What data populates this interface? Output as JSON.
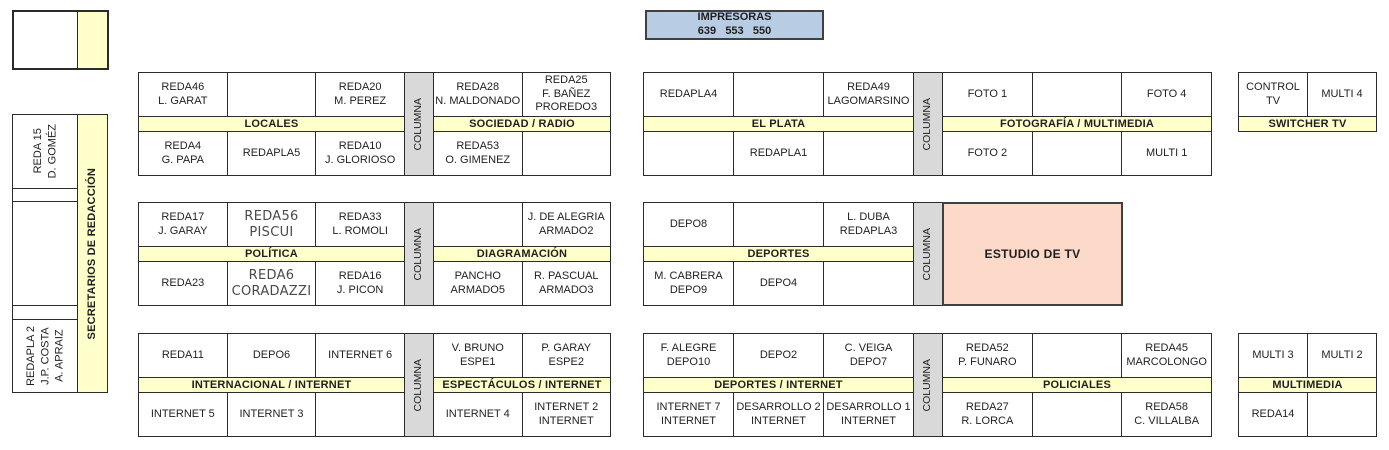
{
  "printer": {
    "title": "IMPRESORAS",
    "numbers": "639   553   550"
  },
  "pillar_label": "COLUMNA",
  "studio_label": "ESTUDIO DE TV",
  "sidebar": {
    "reda15": "REDA 15\nD. GOMÉZ",
    "secretarios": "SECRETARIOS DE REDACCIÓN",
    "redapla2": "REDAPLA 2\nJ.P. COSTA\nA. APRAIZ"
  },
  "colors": {
    "header_yellow": "#ffffcc",
    "pillar_gray": "#d9d9d9",
    "printer_blue": "#b8cce4",
    "studio_pink": "#fcd9c9"
  },
  "tables": {
    "locales": {
      "header": "LOCALES",
      "top": [
        "REDA46\nL. GARAT",
        "",
        "REDA20\nM. PEREZ"
      ],
      "bottom": [
        "REDA4\nG. PAPA",
        "REDAPLA5",
        "REDA10\nJ. GLORIOSO"
      ]
    },
    "sociedad": {
      "header": "SOCIEDAD / RADIO",
      "top": [
        "REDA28\nN. MALDONADO",
        "REDA25\nF. BAÑEZ\nPROREDO3"
      ],
      "bottom": [
        "REDA53\nO. GIMENEZ",
        ""
      ]
    },
    "elplata": {
      "header": "EL PLATA",
      "top": [
        "REDAPLA4",
        "",
        "REDA49\nLAGOMARSINO"
      ],
      "bottom": [
        "",
        "REDAPLA1",
        ""
      ]
    },
    "fotografia": {
      "header": "FOTOGRAFÍA / MULTIMEDIA",
      "top": [
        "FOTO 1",
        "",
        "FOTO 4"
      ],
      "bottom": [
        "FOTO 2",
        "",
        "MULTI 1"
      ]
    },
    "switcher": {
      "header": "SWITCHER TV",
      "top": [
        "CONTROL TV",
        "MULTI 4"
      ]
    },
    "politica": {
      "header": "POLÍTICA",
      "top": [
        "REDA17\nJ. GARAY",
        "REDA56\nPISCUI",
        "REDA33\nL. ROMOLI"
      ],
      "bottom": [
        "REDA23",
        "REDA6\nCORADAZZI",
        "REDA16\nJ. PICON"
      ]
    },
    "diagramacion": {
      "header": "DIAGRAMACIÓN",
      "top": [
        "",
        "J. DE ALEGRIA\nARMADO2"
      ],
      "bottom": [
        "PANCHO\nARMADO5",
        "R. PASCUAL\nARMADO3"
      ]
    },
    "deportes": {
      "header": "DEPORTES",
      "top": [
        "DEPO8",
        "",
        "L. DUBA\nREDAPLA3"
      ],
      "bottom": [
        "M. CABRERA\nDEPO9",
        "DEPO4",
        ""
      ]
    },
    "internacional": {
      "header": "INTERNACIONAL / INTERNET",
      "top": [
        "REDA11",
        "DEPO6",
        "INTERNET 6"
      ],
      "bottom": [
        "INTERNET 5",
        "INTERNET 3",
        ""
      ]
    },
    "espectaculos": {
      "header": "ESPECTÁCULOS / INTERNET",
      "top": [
        "V. BRUNO\nESPE1",
        "P. GARAY\nESPE2"
      ],
      "bottom": [
        "INTERNET 4",
        "INTERNET 2\nINTERNET"
      ]
    },
    "deportes_internet": {
      "header": "DEPORTES / INTERNET",
      "top": [
        "F. ALEGRE\nDEPO10",
        "DEPO2",
        "C. VEIGA\nDEPO7"
      ],
      "bottom": [
        "INTERNET 7\nINTERNET",
        "DESARROLLO 2\nINTERNET",
        "DESARROLLO 1\nINTERNET"
      ]
    },
    "policiales": {
      "header": "POLICIALES",
      "top": [
        "REDA52\nP. FUNARO",
        "",
        "REDA45\nMARCOLONGO"
      ],
      "bottom": [
        "REDA27\nR. LORCA",
        "",
        "REDA58\nC. VILLALBA"
      ]
    },
    "multimedia": {
      "header": "MULTIMEDIA",
      "top": [
        "MULTI 3",
        "MULTI 2"
      ],
      "bottom": [
        "REDA14",
        ""
      ]
    }
  }
}
